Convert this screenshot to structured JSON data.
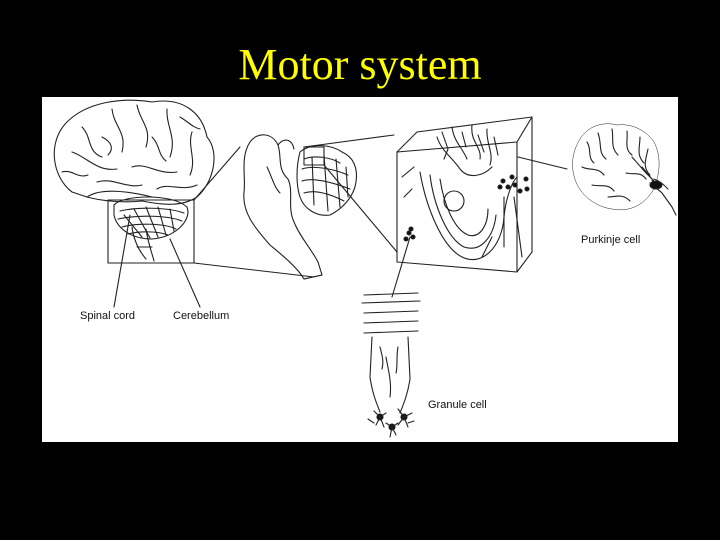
{
  "slide": {
    "title": "Motor system",
    "title_color": "#ffff00",
    "background_color": "#000000"
  },
  "figure": {
    "background_color": "#ffffff",
    "labels": {
      "spinal_cord": "Spinal cord",
      "cerebellum": "Cerebellum",
      "purkinje_cell": "Purkinje cell",
      "granule_cell": "Granule cell"
    }
  }
}
